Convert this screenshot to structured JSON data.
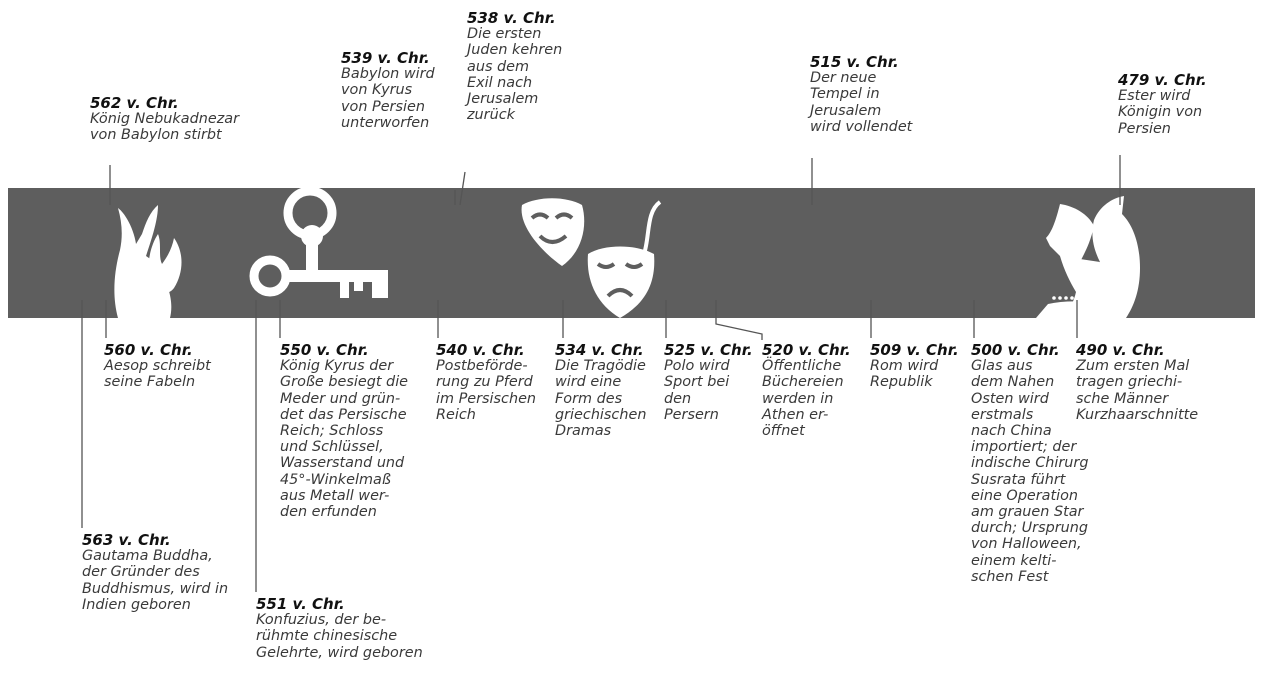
{
  "colors": {
    "band": "#5e5e5e",
    "leader": "#555555",
    "text": "#3a3a3a",
    "icon": "#ffffff"
  },
  "icons": [
    "hand-icon",
    "key-icon",
    "theatre-masks-icon",
    "persian-queen-profile-icon"
  ],
  "events": [
    {
      "id": "562",
      "date": "562 v. Chr.",
      "text": "König Nebukadnezar\nvon Babylon stirbt"
    },
    {
      "id": "539",
      "date": "539 v. Chr.",
      "text": "Babylon wird\nvon Kyrus\nvon Persien\nunterworfen"
    },
    {
      "id": "538",
      "date": "538 v. Chr.",
      "text": "Die ersten\nJuden kehren\naus dem\nExil nach\nJerusalem\nzurück"
    },
    {
      "id": "515",
      "date": "515 v. Chr.",
      "text": "Der neue\nTempel in\nJerusalem\nwird vollendet"
    },
    {
      "id": "479",
      "date": "479 v. Chr.",
      "text": "Ester wird\nKönigin von\nPersien"
    },
    {
      "id": "560",
      "date": "560 v. Chr.",
      "text": "Aesop schreibt\nseine Fabeln"
    },
    {
      "id": "550",
      "date": "550 v. Chr.",
      "text": "König Kyrus der\nGroße besiegt die\nMeder und grün-\ndet das Persische\nReich; Schloss\nund Schlüssel,\nWasserstand und\n45°-Winkelmaß\naus Metall wer-\nden erfunden"
    },
    {
      "id": "540",
      "date": "540 v. Chr.",
      "text": "Postbeförde-\nrung zu Pferd\nim Persischen\nReich"
    },
    {
      "id": "534",
      "date": "534 v. Chr.",
      "text": "Die Tragödie\nwird eine\nForm des\ngriechischen\nDramas"
    },
    {
      "id": "525",
      "date": "525 v. Chr.",
      "text": "Polo wird\nSport bei\nden\nPersern"
    },
    {
      "id": "520",
      "date": "520 v. Chr.",
      "text": "Öffentliche\nBüchereien\nwerden in\nAthen er-\nöffnet"
    },
    {
      "id": "509",
      "date": "509 v. Chr.",
      "text": "Rom wird\nRepublik"
    },
    {
      "id": "500",
      "date": "500 v. Chr.",
      "text": "Glas aus\ndem Nahen\nOsten wird\nerstmals\nnach China\nimportiert; der\nindische Chirurg\nSusrata führt\neine Operation\nam grauen Star\ndurch; Ursprung\nvon Halloween,\neinem kelti-\nschen Fest"
    },
    {
      "id": "490",
      "date": "490 v. Chr.",
      "text": "Zum ersten Mal\ntragen griechi-\nsche Männer\nKurzhaarschnitte"
    },
    {
      "id": "563",
      "date": "563 v. Chr.",
      "text": "Gautama Buddha,\nder Gründer des\nBuddhismus, wird in\nIndien geboren"
    },
    {
      "id": "551",
      "date": "551 v. Chr.",
      "text": "Konfuzius, der be-\nrühmte chinesische\nGelehrte, wird geboren"
    }
  ]
}
